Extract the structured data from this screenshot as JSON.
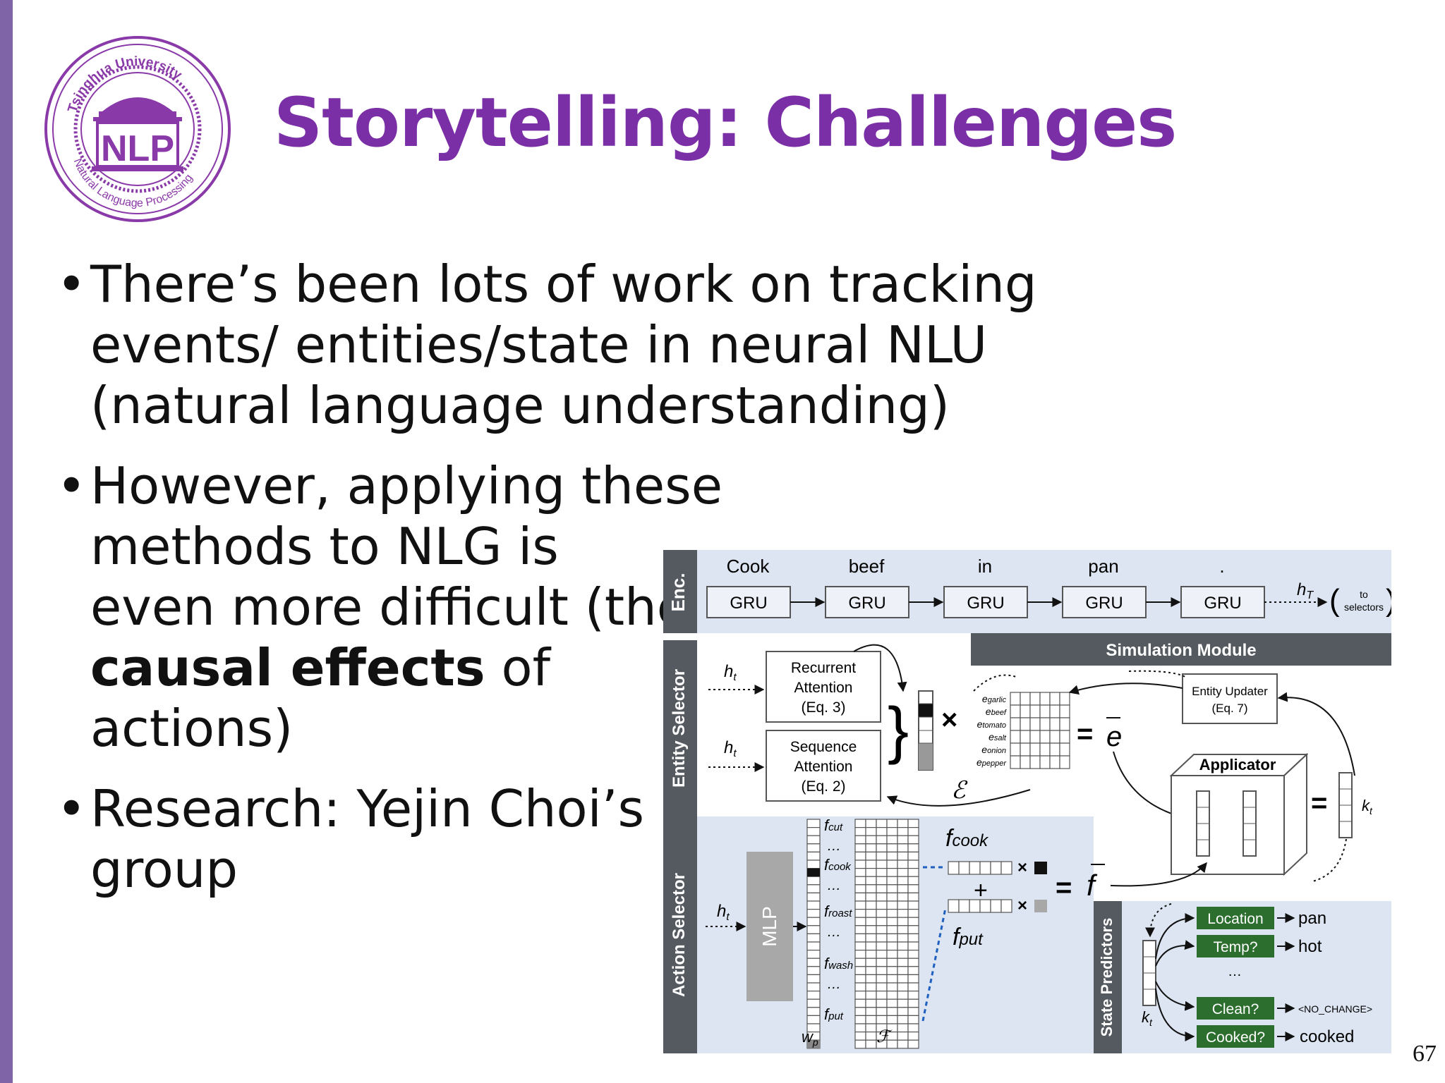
{
  "slide": {
    "title": "Storytelling: Challenges",
    "logo": {
      "top_text": "Tsinghua University",
      "bottom_text": "Natural Language Processing",
      "center": "NLP"
    },
    "bullets": [
      {
        "text": "There’s been lots of work on tracking events/ entities/state in neural NLU (natural language understanding)"
      },
      {
        "line1": "However, applying these",
        "line2": "methods to NLG is",
        "line3": "even more difficult (the",
        "bold": "causal effects",
        "after": " of actions)"
      },
      {
        "line1": "Research: Yejin Choi’s",
        "line2": "group"
      }
    ],
    "page_number": "67",
    "bullet_symbol": "•"
  },
  "figure": {
    "colors": {
      "band_bg": "#dce5f1",
      "dark": "#555a60",
      "green": "#2c6e2e",
      "gray_box": "#a8a8a8",
      "blue_dash": "#1f5fbf"
    },
    "enc_label": "Enc.",
    "words": [
      "Cook",
      "beef",
      "in",
      "pan",
      "."
    ],
    "gru": "GRU",
    "h_T": "h",
    "h_T_sub": "T",
    "to_selectors": "to\nselectors",
    "simulation_module": "Simulation Module",
    "entity_selector_label": "Entity Selector",
    "h_t": "h",
    "h_t_sub": "t",
    "recurrent_attention": [
      "Recurrent",
      "Attention",
      "(Eq. 3)"
    ],
    "sequence_attention": [
      "Sequence",
      "Attention",
      "(Eq. 2)"
    ],
    "entities": [
      "garlic",
      "beef",
      "tomato",
      "salt",
      "onion",
      "pepper"
    ],
    "e_letter": "e",
    "calE": "ℰ",
    "e_bar": "e",
    "entity_updater": [
      "Entity Updater",
      "(Eq. 7)"
    ],
    "applicator": "Applicator",
    "k_t": "k",
    "k_t_sub": "t",
    "action_selector_label": "Action Selector",
    "mlp": "MLP",
    "actions": [
      "cut",
      "cook",
      "roast",
      "wash",
      "put"
    ],
    "f_letter": "f",
    "ellipsis": "…",
    "wp": "w",
    "wp_sub": "p",
    "calF": "ℱ",
    "f_cook": "cook",
    "f_put": "put",
    "state_predictors_label": "State Predictors",
    "states": [
      {
        "name": "Location",
        "value": "pan"
      },
      {
        "name": "Temp?",
        "value": "hot"
      },
      {
        "name": "Clean?",
        "value": "<NO_CHANGE>"
      },
      {
        "name": "Cooked?",
        "value": "cooked"
      }
    ]
  }
}
